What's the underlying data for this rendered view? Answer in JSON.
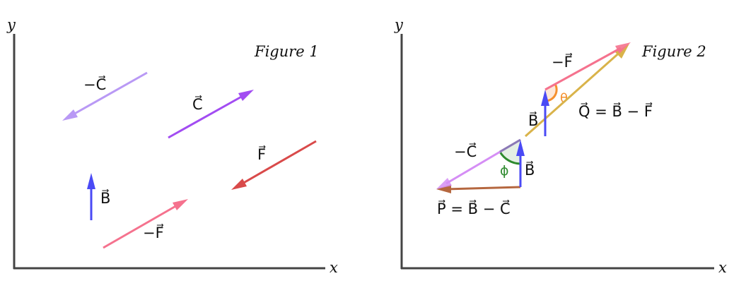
{
  "figure1": {
    "title": "Figure 1",
    "x_axis": "x",
    "y_axis": "y",
    "labels": {
      "neg_c": "−C⃗",
      "c": "C⃗",
      "f": "F⃗",
      "b": "B⃗",
      "neg_f": "−F⃗"
    }
  },
  "figure2": {
    "title": "Figure 2",
    "x_axis": "x",
    "y_axis": "y",
    "labels": {
      "neg_f": "−F⃗",
      "theta": "θ",
      "b_upper": "B⃗",
      "q_eq": "Q⃗ = B⃗ − F⃗",
      "neg_c": "−C⃗",
      "phi": "ϕ",
      "b_lower": "B⃗",
      "p_eq": "P⃗ = B⃗ − C⃗"
    }
  },
  "colors": {
    "neg_c": "#b999f5",
    "c": "#a24cf2",
    "f": "#d94a4a",
    "b": "#4a4af5",
    "neg_f": "#f5728e",
    "q": "#d9b34a",
    "p": "#b5673f",
    "neg_c2": "#d58ef5",
    "theta": "#f5902e",
    "phi": "#2e8a2e"
  }
}
